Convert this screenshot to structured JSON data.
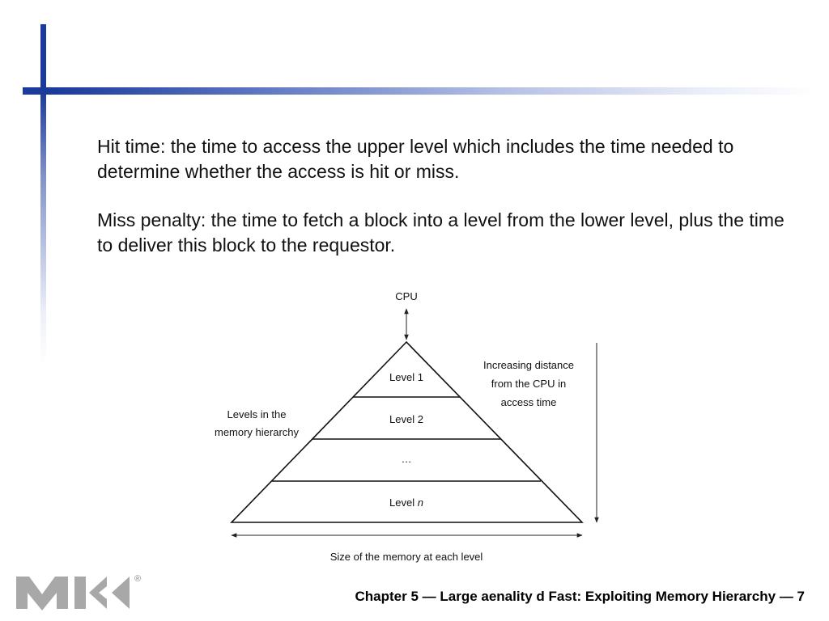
{
  "slide": {
    "paragraph1": "Hit time: the time to access the upper level which includes the time needed to determine whether the access is hit or miss.",
    "paragraph2": "Miss penalty: the time to fetch a block into a level from the lower level, plus the time to deliver this block to the requestor.",
    "footer": "Chapter 5 — Large aenality d Fast: Exploiting Memory Hierarchy — 7"
  },
  "diagram": {
    "cpu_label": "CPU",
    "levels": [
      "Level 1",
      "Level 2",
      "…"
    ],
    "level_n_prefix": "Level ",
    "level_n_var": "n",
    "left_note": [
      "Levels in the",
      "memory hierarchy"
    ],
    "right_note": [
      "Increasing distance",
      "from the CPU in",
      "access time"
    ],
    "bottom_label": "Size of the memory at each level"
  },
  "logo": {
    "letters": "MK",
    "trademark": "®"
  },
  "colors": {
    "accent": "#1c3a9c",
    "logo_gray": "#a8a8a8"
  }
}
